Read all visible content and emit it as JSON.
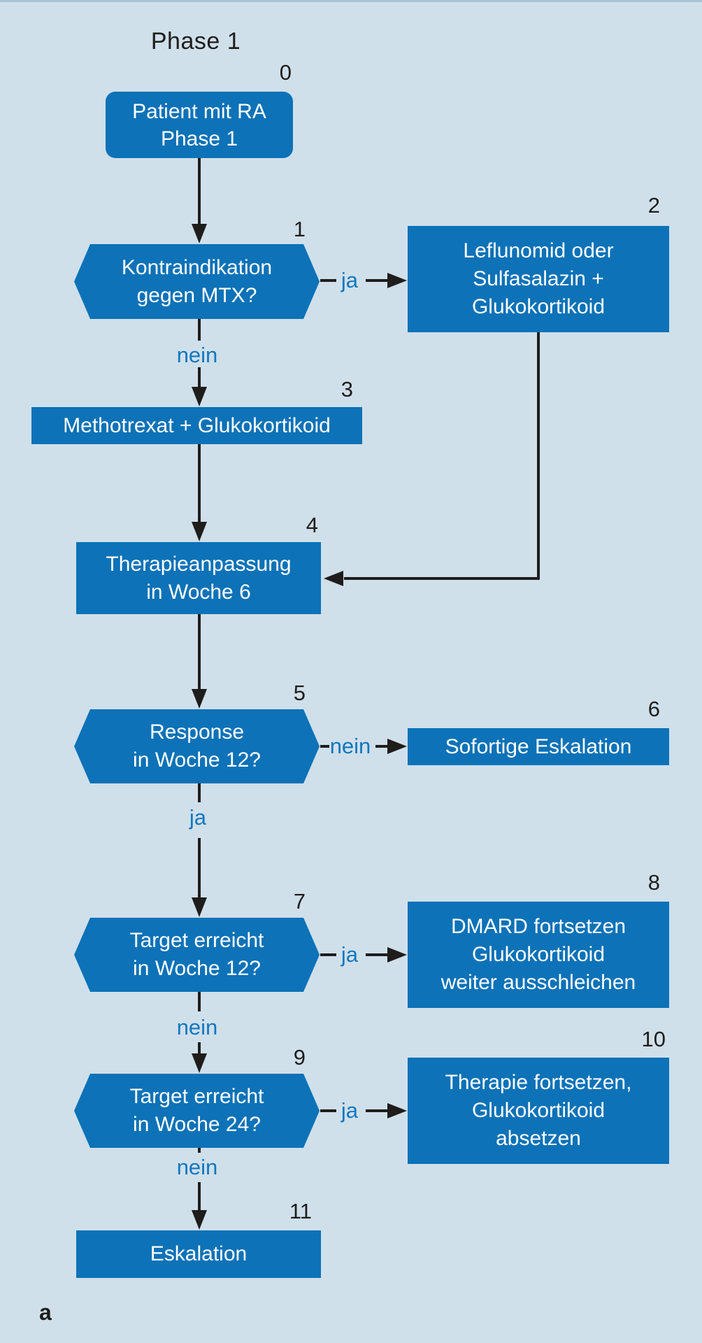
{
  "figure": {
    "title": "Phase 1",
    "panel_label": "a"
  },
  "nodes": [
    {
      "number": "0",
      "type": "start",
      "lines": [
        "Patient mit RA",
        "Phase 1"
      ]
    },
    {
      "number": "1",
      "type": "decision",
      "lines": [
        "Kontraindikation",
        "gegen MTX?"
      ]
    },
    {
      "number": "2",
      "type": "process",
      "lines": [
        "Leflunomid oder",
        "Sulfasalazin +",
        "Glukokortikoid"
      ]
    },
    {
      "number": "3",
      "type": "process",
      "lines": [
        "Methotrexat + Glukokortikoid"
      ]
    },
    {
      "number": "4",
      "type": "process",
      "lines": [
        "Therapieanpassung",
        "in Woche 6"
      ]
    },
    {
      "number": "5",
      "type": "decision",
      "lines": [
        "Response",
        "in Woche 12?"
      ]
    },
    {
      "number": "6",
      "type": "process",
      "lines": [
        "Sofortige Eskalation"
      ]
    },
    {
      "number": "7",
      "type": "decision",
      "lines": [
        "Target erreicht",
        "in Woche 12?"
      ]
    },
    {
      "number": "8",
      "type": "process",
      "lines": [
        "DMARD fortsetzen",
        "Glukokortikoid",
        "weiter ausschleichen"
      ]
    },
    {
      "number": "9",
      "type": "decision",
      "lines": [
        "Target erreicht",
        "in Woche 24?"
      ]
    },
    {
      "number": "10",
      "type": "process",
      "lines": [
        "Therapie fortsetzen,",
        "Glukokortikoid",
        "absetzen"
      ]
    },
    {
      "number": "11",
      "type": "process",
      "lines": [
        "Eskalation"
      ]
    }
  ],
  "edges": {
    "e1_2": "ja",
    "e1_3": "nein",
    "e5_6": "nein",
    "e5_7": "ja",
    "e7_8": "ja",
    "e7_9": "nein",
    "e9_10": "ja",
    "e9_11": "nein"
  },
  "colors": {
    "background": "#cfe0eb",
    "node_fill": "#0d72b7",
    "node_text": "#ffffff",
    "edge_label_text": "#1377bd",
    "line_ink": "#1f1d1b"
  }
}
